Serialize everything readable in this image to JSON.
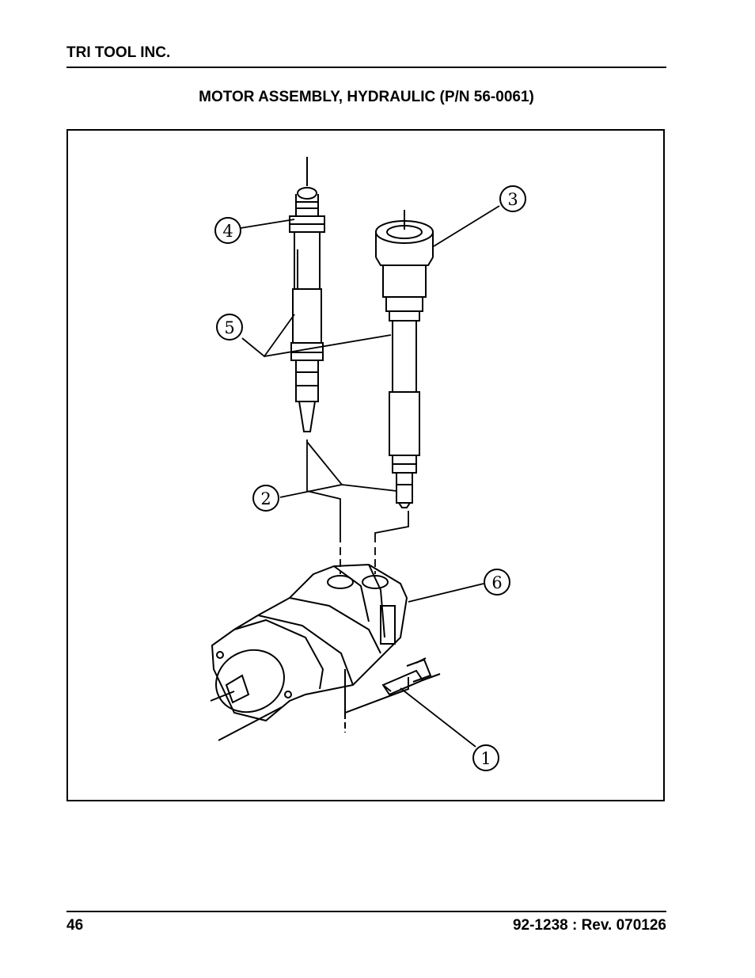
{
  "header": {
    "company": "TRI TOOL INC."
  },
  "title": "MOTOR ASSEMBLY, HYDRAULIC (P/N 56-0061)",
  "callouts": [
    "1",
    "2",
    "3",
    "4",
    "5",
    "6"
  ],
  "footer": {
    "page_number": "46",
    "doc_revision": "92-1238 : Rev. 070126"
  }
}
